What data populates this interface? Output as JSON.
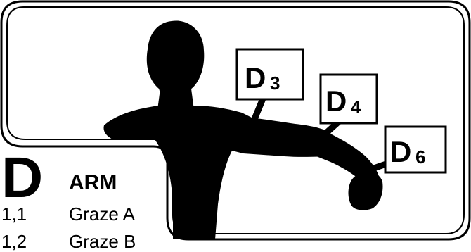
{
  "labels": [
    {
      "die": "D",
      "sub": "3"
    },
    {
      "die": "D",
      "sub": "4"
    },
    {
      "die": "D",
      "sub": "6"
    }
  ],
  "section": {
    "letter": "D",
    "title": "ARM"
  },
  "rows": [
    {
      "code": "1,1",
      "desc": "Graze A"
    },
    {
      "code": "1,2",
      "desc": "Graze B"
    }
  ]
}
